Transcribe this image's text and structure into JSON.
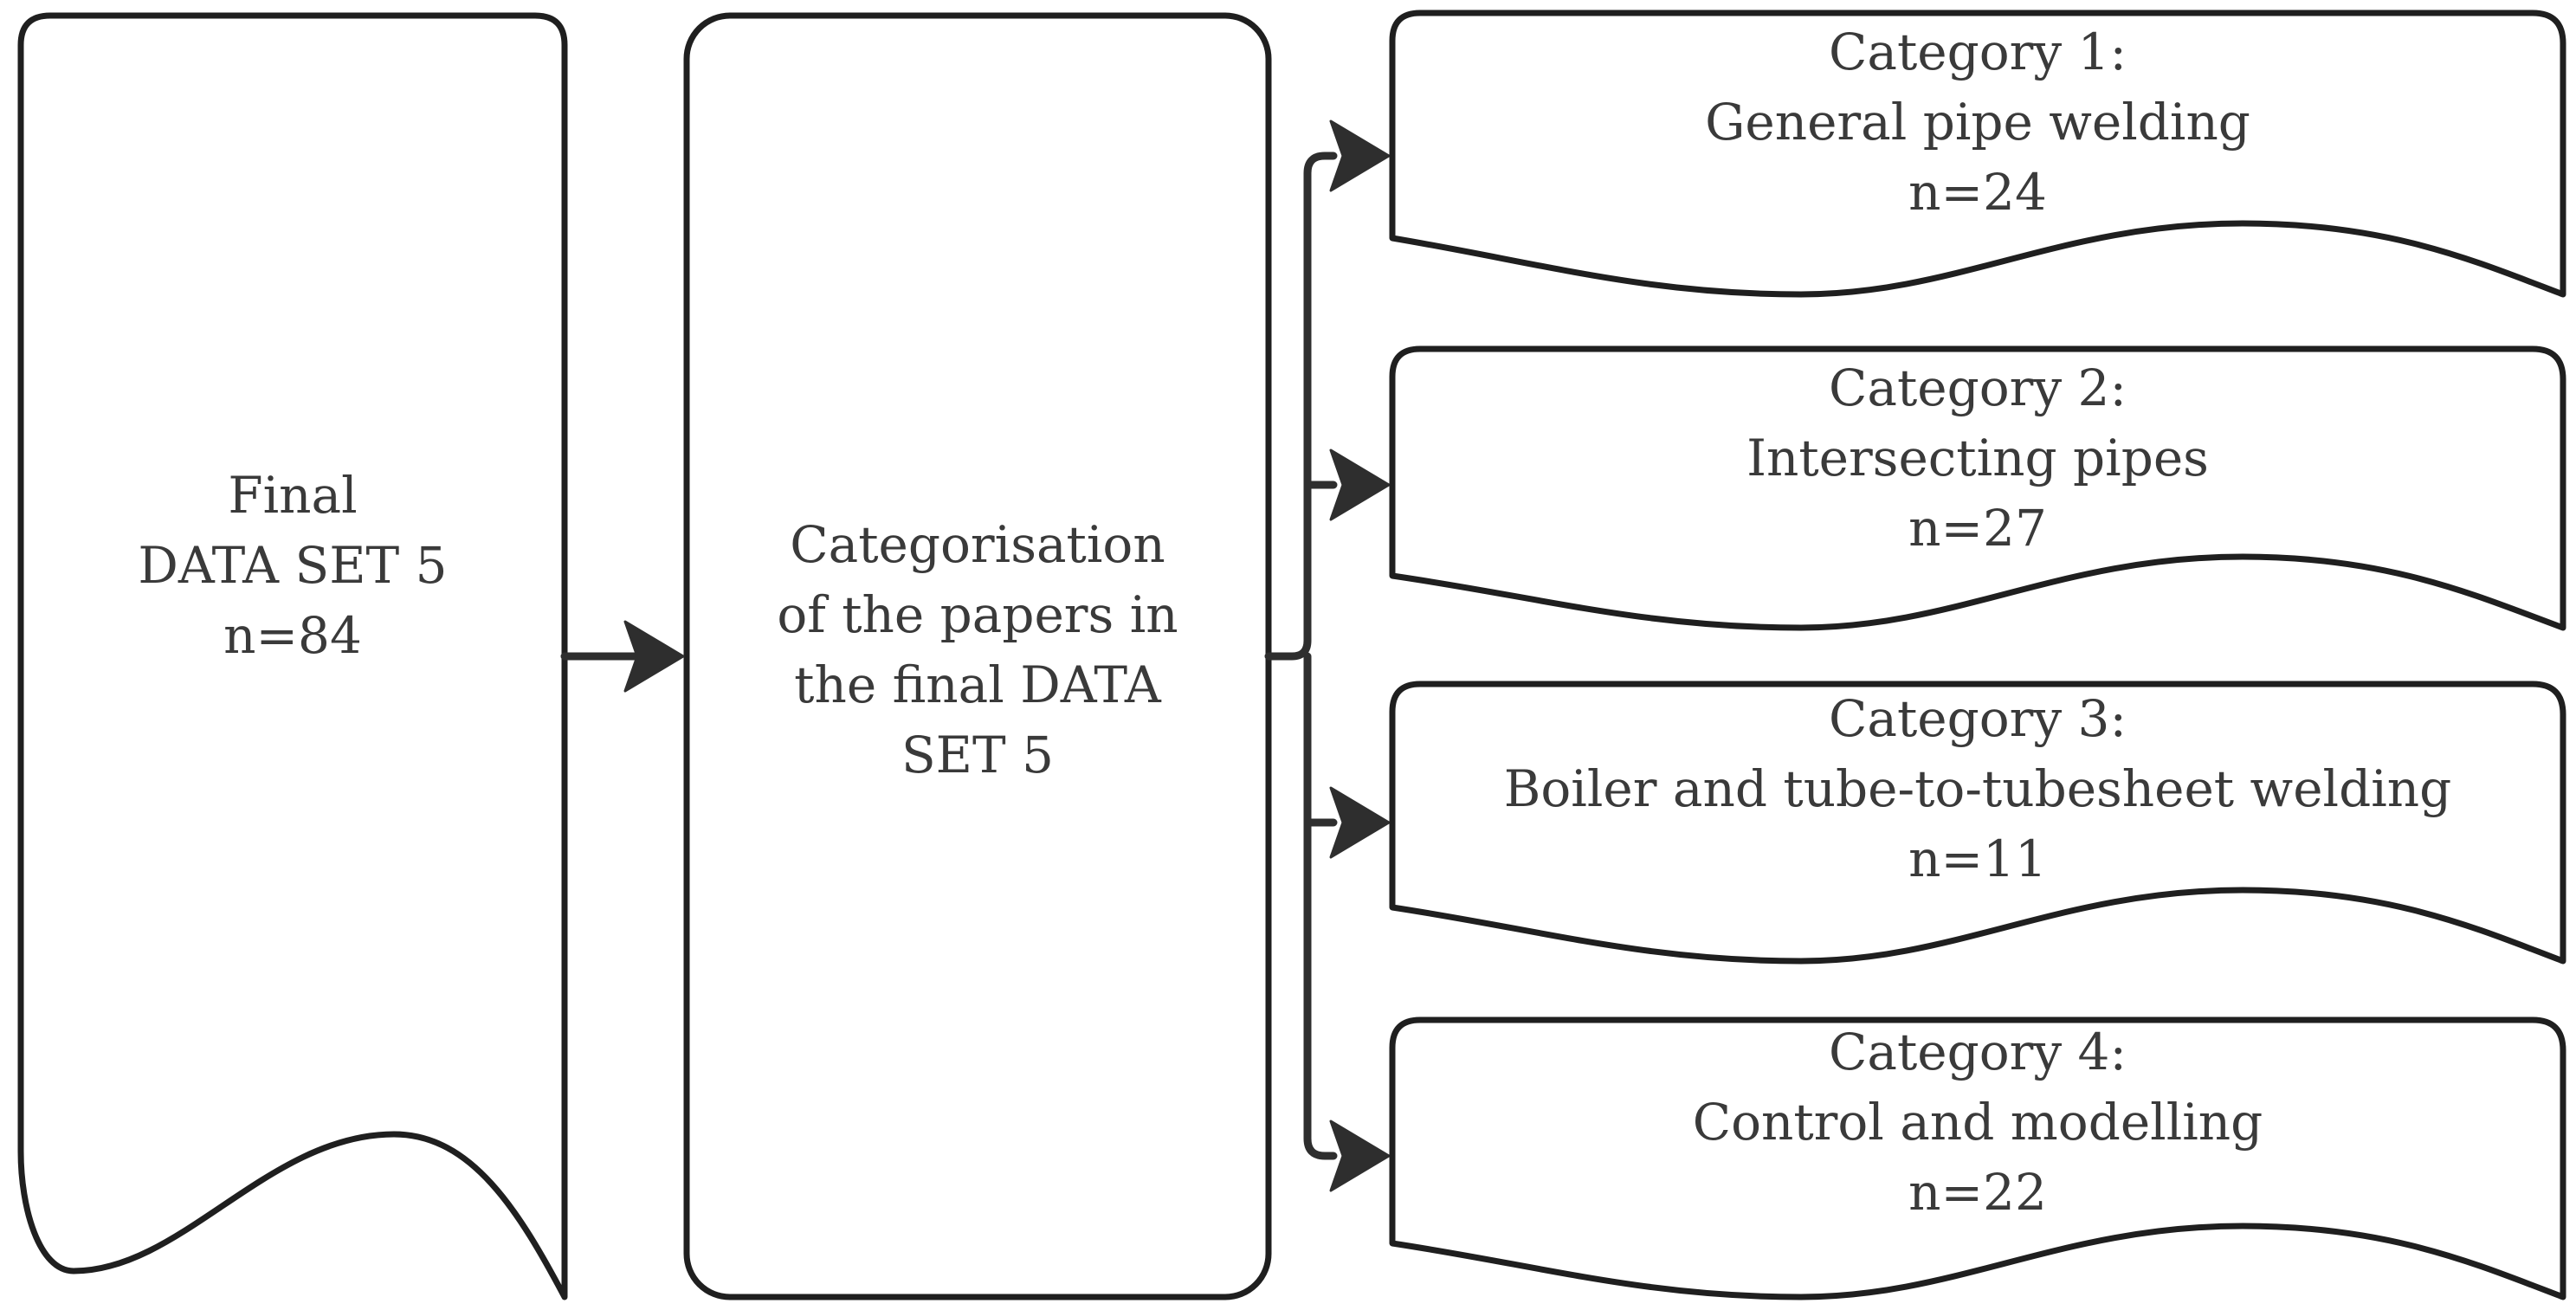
{
  "source_box": {
    "line1": "Final",
    "line2": "DATA SET 5",
    "line3": "n=84"
  },
  "process_box": {
    "line1": "Categorisation",
    "line2": "of the papers in",
    "line3": "the final DATA",
    "line4": "SET 5"
  },
  "categories": [
    {
      "heading": "Category 1:",
      "name": "General pipe welding",
      "count": "n=24"
    },
    {
      "heading": "Category 2:",
      "name": "Intersecting pipes",
      "count": "n=27"
    },
    {
      "heading": "Category 3:",
      "name": "Boiler and tube-to-tubesheet welding",
      "count": "n=11"
    },
    {
      "heading": "Category 4:",
      "name": "Control and modelling",
      "count": "n=22"
    }
  ],
  "colors": {
    "stroke": "#1f1f1f",
    "arrow": "#2e2e2e",
    "text": "#3a3a3a",
    "background": "#ffffff"
  }
}
